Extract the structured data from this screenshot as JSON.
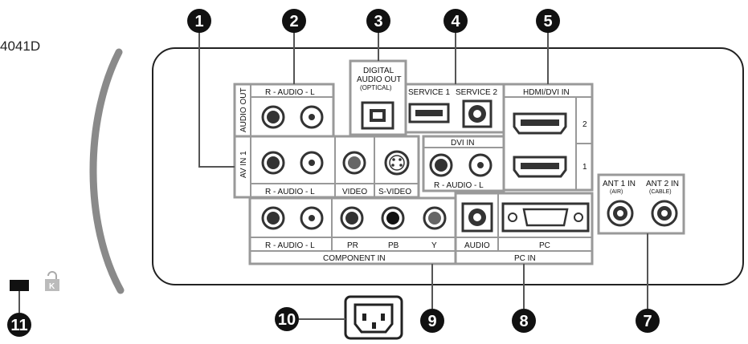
{
  "model_text": "4041D",
  "labels": {
    "audio_out": "AUDIO OUT",
    "audio_rl": "R - AUDIO - L",
    "av_in1": "AV IN 1",
    "video": "VIDEO",
    "s_video": "S-VIDEO",
    "digital_audio_out_1": "DIGITAL",
    "digital_audio_out_2": "AUDIO OUT",
    "digital_audio_out_3": "(OPTICAL)",
    "service1": "SERVICE 1",
    "service2": "SERVICE 2",
    "hdmi_dvi_in": "HDMI/DVI IN",
    "hdmi_port2": "2",
    "hdmi_port1": "1",
    "dvi_in": "DVI IN",
    "component_in": "COMPONENT IN",
    "pr": "PR",
    "pb": "PB",
    "y": "Y",
    "audio": "AUDIO",
    "pc": "PC",
    "pc_in": "PC IN",
    "ant1_in": "ANT 1 IN",
    "ant1_sub": "(AIR)",
    "ant2_in": "ANT 2 IN",
    "ant2_sub": "(CABLE)",
    "kensington": "K"
  },
  "callouts": [
    "1",
    "2",
    "3",
    "4",
    "5",
    "7",
    "8",
    "9",
    "10",
    "11"
  ],
  "colors": {
    "panel": "#555555",
    "box": "#999999",
    "jack": "#333333",
    "accent": "#111111"
  }
}
